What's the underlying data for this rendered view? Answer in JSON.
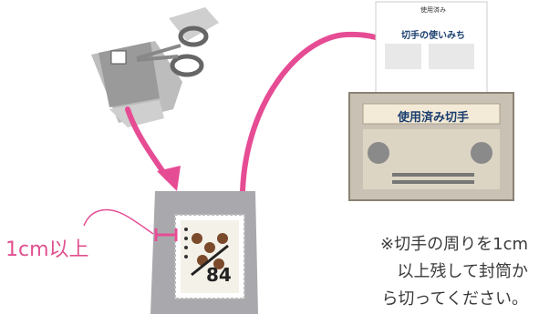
{
  "measure": {
    "label": "1cm以上"
  },
  "note": {
    "lines": [
      "※切手の周りを1cm",
      "以上残して封筒か",
      "ら切ってください。"
    ]
  },
  "box": {
    "title": "使用済み切手"
  },
  "poster": {
    "heading": "使用済み",
    "title": "切手の使いみち"
  },
  "stamp": {
    "value": "84"
  },
  "colors": {
    "arrow": "#e64c94",
    "envelope": "#a9a9ad",
    "box": "#c9c1b4",
    "hand": "#bfbfbf"
  }
}
